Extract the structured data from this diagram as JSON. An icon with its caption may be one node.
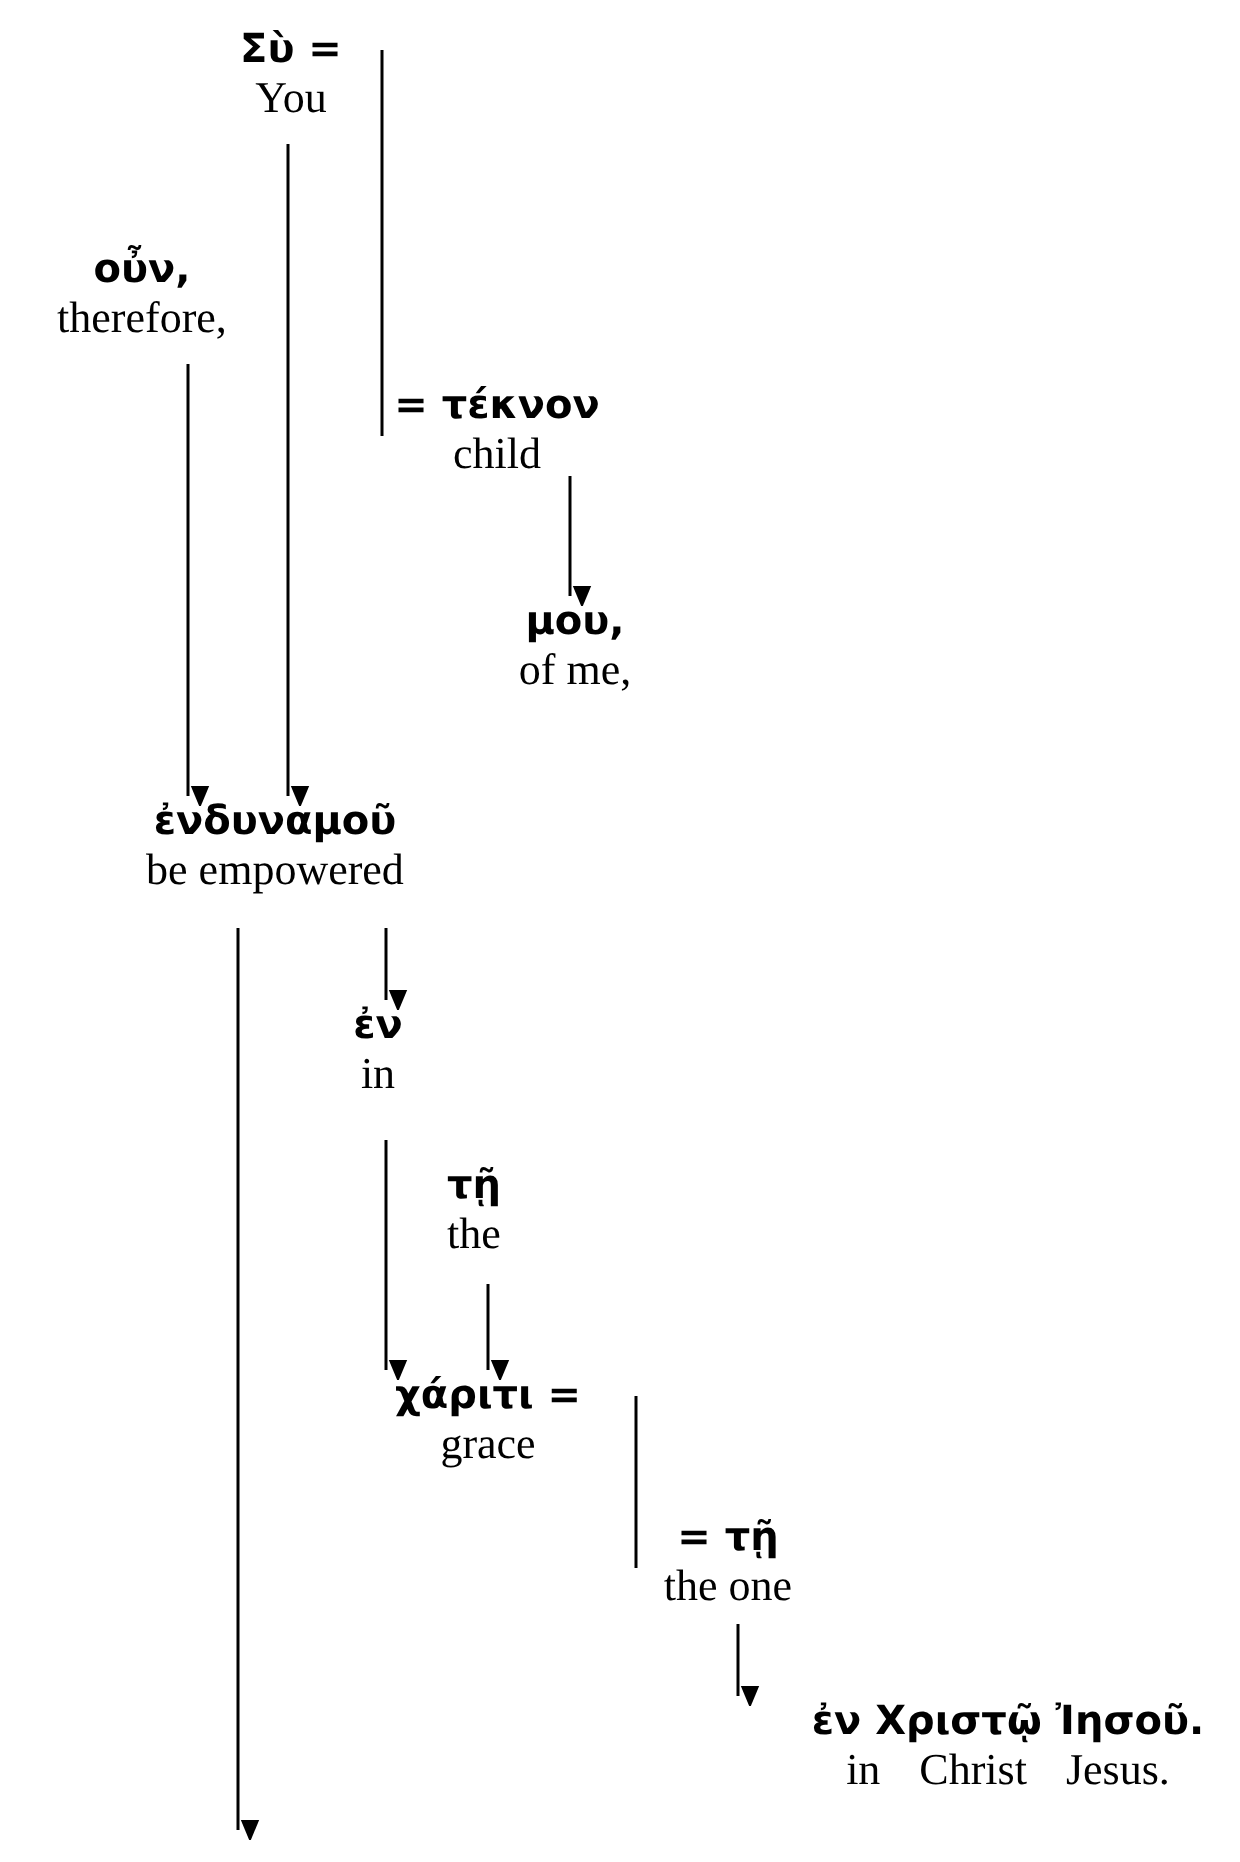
{
  "diagram": {
    "nodes": [
      {
        "text": [
          "Σὺ =",
          "You"
        ]
      },
      {
        "text": [
          "οὖν,",
          "therefore,"
        ]
      },
      {
        "text": [
          "= τέκνον",
          "child"
        ]
      },
      {
        "text": [
          "μου,",
          "of me,"
        ]
      },
      {
        "text": [
          "ἐνδυναμοῦ",
          "be empowered"
        ]
      },
      {
        "text": [
          "ἐν",
          "in"
        ]
      },
      {
        "text": [
          "τῇ",
          "the"
        ]
      },
      {
        "text": [
          "χάριτι =",
          "grace"
        ]
      },
      {
        "text": [
          "= τῇ",
          "the one"
        ]
      },
      {
        "text": [
          "ἐν Χριστῷ Ἰησοῦ.",
          "in Christ Jesus."
        ]
      }
    ],
    "edges": [
      {
        "from": 0,
        "to": 2,
        "arrow": "none"
      },
      {
        "from": 1,
        "to": 4,
        "arrow": "to"
      },
      {
        "from": 0,
        "to": 4,
        "arrow": "to"
      },
      {
        "from": 2,
        "to": 3,
        "arrow": "to"
      },
      {
        "from": 4,
        "to": 5,
        "arrow": "to"
      },
      {
        "from": 4,
        "to": null,
        "arrow": "to"
      },
      {
        "from": 5,
        "to": 7,
        "arrow": "to"
      },
      {
        "from": 6,
        "to": 7,
        "arrow": "to"
      },
      {
        "from": 7,
        "to": 8,
        "arrow": "none"
      },
      {
        "from": 8,
        "to": 9,
        "arrow": "to"
      }
    ]
  }
}
